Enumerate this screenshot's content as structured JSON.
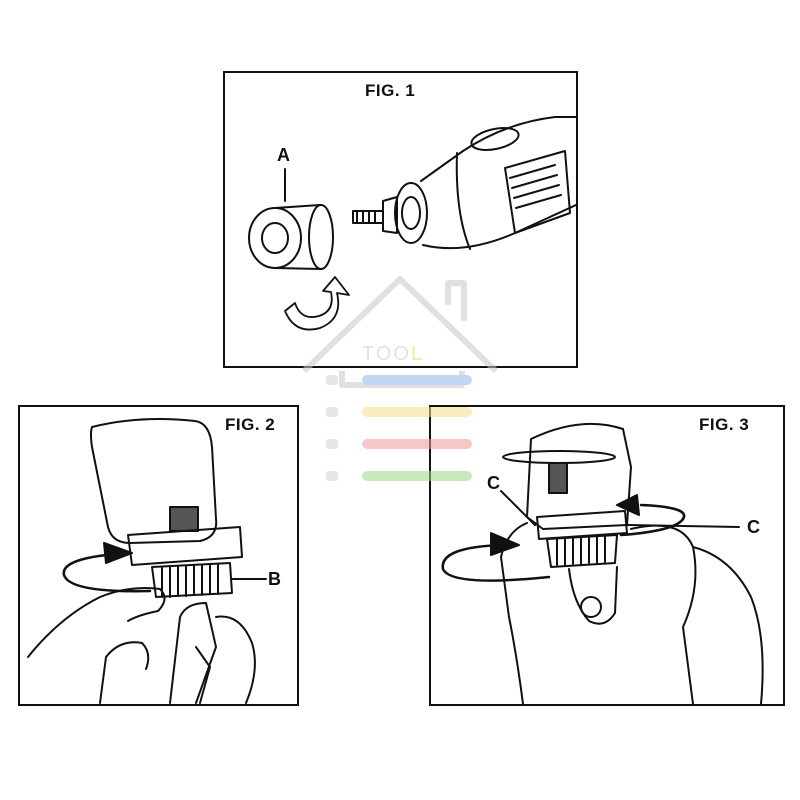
{
  "figures": [
    {
      "title": "FIG. 1",
      "callouts": [
        "A"
      ]
    },
    {
      "title": "FIG. 2",
      "callouts": [
        "B"
      ]
    },
    {
      "title": "FIG. 3",
      "callouts": [
        "C",
        "C"
      ]
    }
  ],
  "watermark": {
    "text_parts": [
      "TOO",
      "L"
    ],
    "colors": {
      "house": "#c7c7c7",
      "text_main": "#c9c9c9",
      "text_accent": "#f2d24a",
      "bar_blue": "#8fb6ea",
      "bar_yellow": "#f2e08a",
      "bar_red": "#f19a9a",
      "bar_green": "#9fd68a"
    }
  }
}
